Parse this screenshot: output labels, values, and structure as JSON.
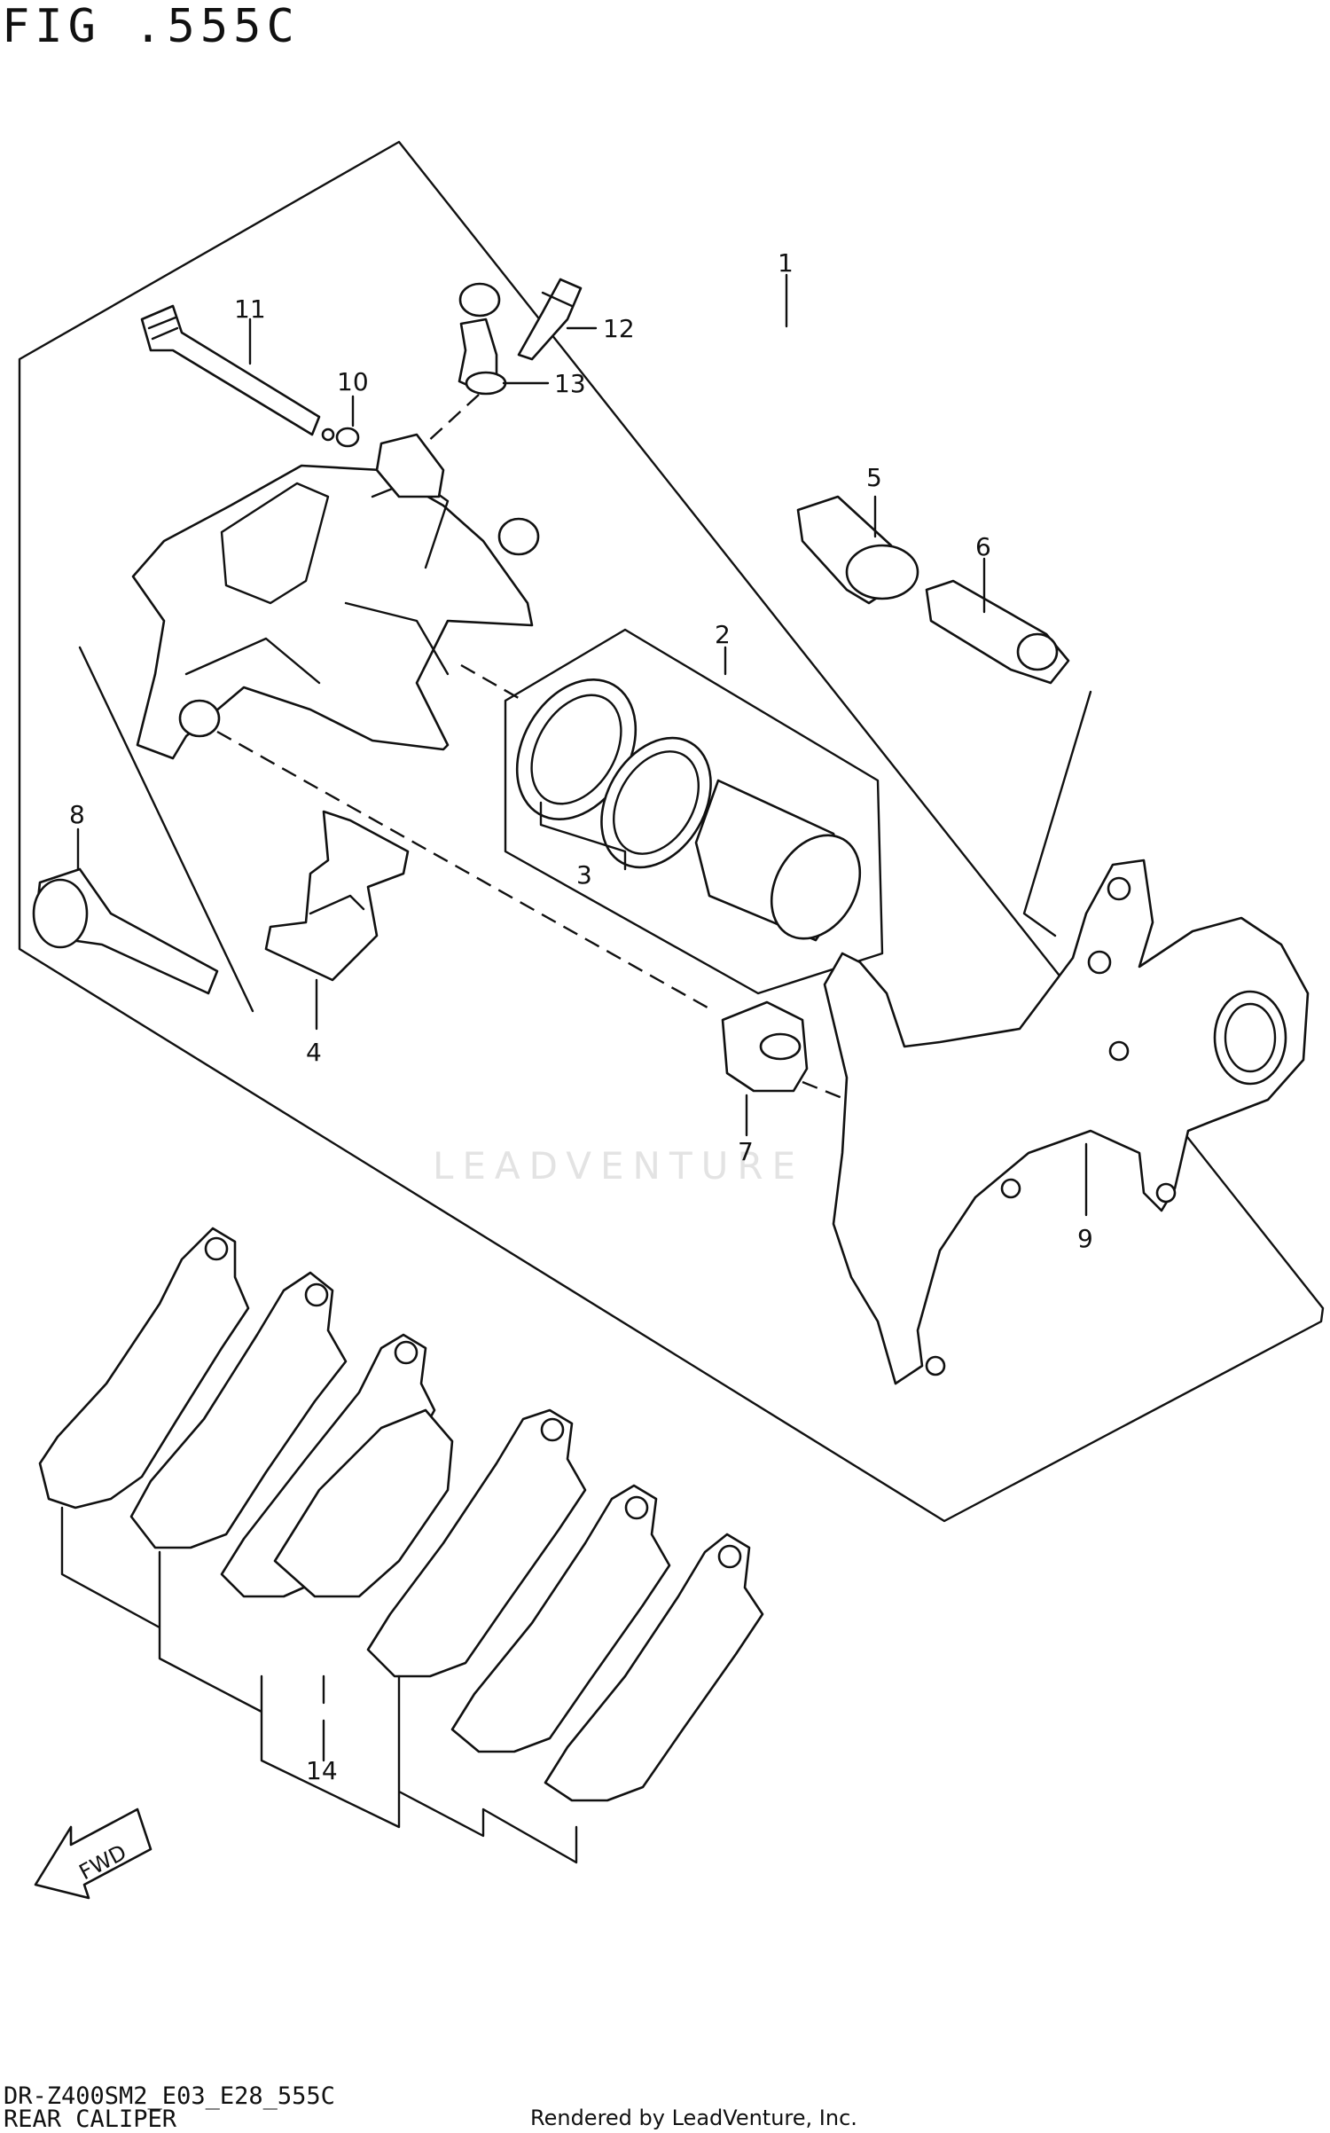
{
  "figure_label": "FIG .555C",
  "model_code": "DR-Z400SM2_E03_E28_555C",
  "section_title": "REAR CALIPER",
  "render_credit": "Rendered by LeadVenture, Inc.",
  "watermark_text": "LEADVENTURE",
  "callouts": [
    "1",
    "2",
    "3",
    "4",
    "5",
    "6",
    "7",
    "8",
    "9",
    "10",
    "11",
    "12",
    "13",
    "14"
  ],
  "fwd_label": "FWD",
  "colors": {
    "line": "#111111",
    "background": "#ffffff",
    "watermark": "#e3e3e3"
  }
}
